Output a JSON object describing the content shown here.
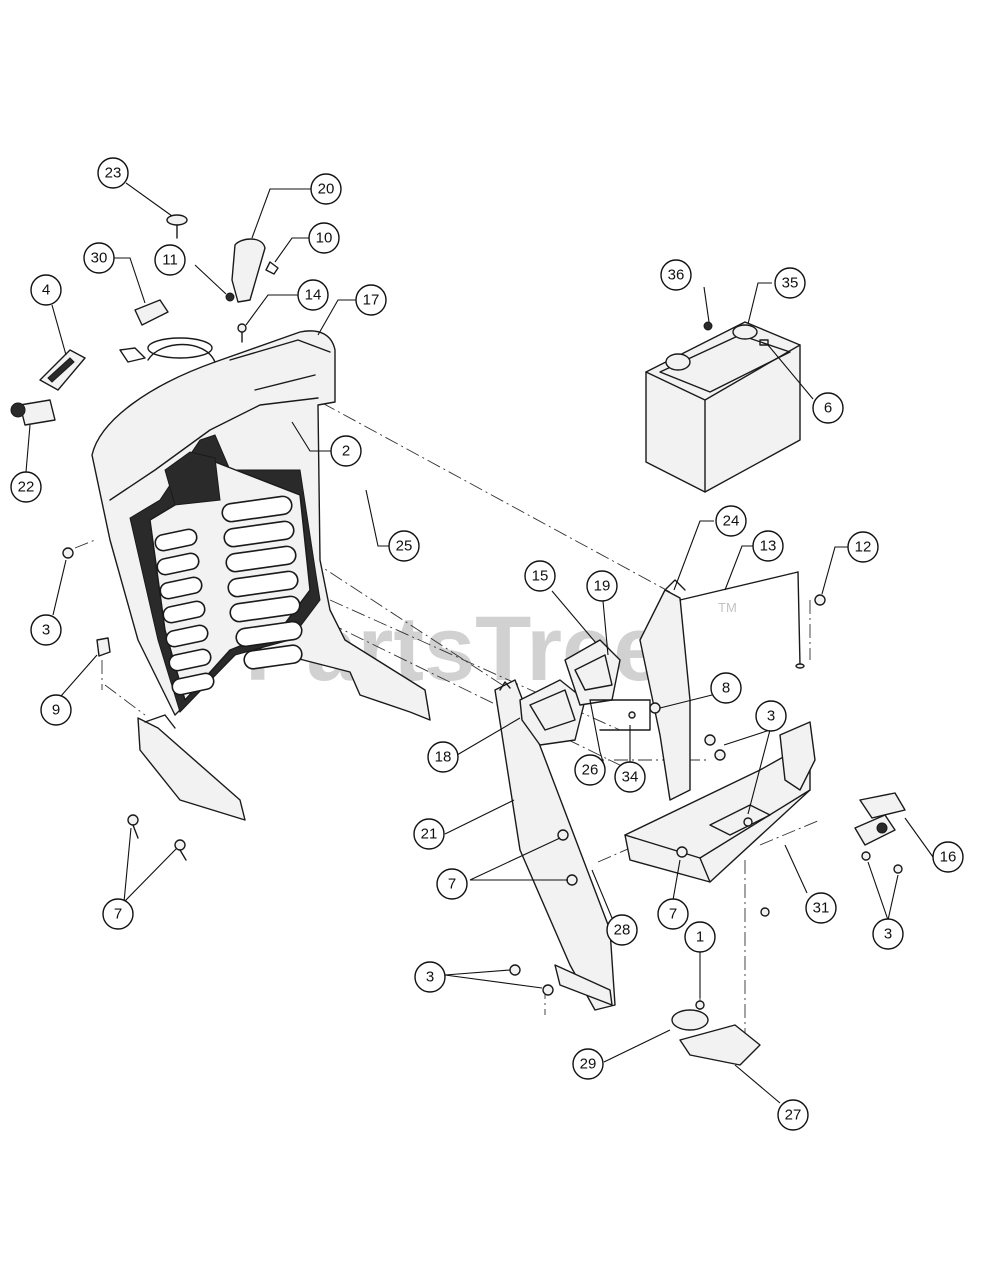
{
  "watermark": {
    "text": "PartsTree",
    "mark": "TM"
  },
  "callouts": [
    {
      "id": "c23",
      "label": "23"
    },
    {
      "id": "c20",
      "label": "20"
    },
    {
      "id": "c10",
      "label": "10"
    },
    {
      "id": "c11",
      "label": "11"
    },
    {
      "id": "c30",
      "label": "30"
    },
    {
      "id": "c14",
      "label": "14"
    },
    {
      "id": "c17",
      "label": "17"
    },
    {
      "id": "c4",
      "label": "4"
    },
    {
      "id": "c22",
      "label": "22"
    },
    {
      "id": "c2",
      "label": "2"
    },
    {
      "id": "c25",
      "label": "25"
    },
    {
      "id": "c3a",
      "label": "3"
    },
    {
      "id": "c9",
      "label": "9"
    },
    {
      "id": "c7a",
      "label": "7"
    },
    {
      "id": "c36",
      "label": "36"
    },
    {
      "id": "c35",
      "label": "35"
    },
    {
      "id": "c6",
      "label": "6"
    },
    {
      "id": "c24",
      "label": "24"
    },
    {
      "id": "c13",
      "label": "13"
    },
    {
      "id": "c12",
      "label": "12"
    },
    {
      "id": "c15",
      "label": "15"
    },
    {
      "id": "c19",
      "label": "19"
    },
    {
      "id": "c8",
      "label": "8"
    },
    {
      "id": "c18",
      "label": "18"
    },
    {
      "id": "c26",
      "label": "26"
    },
    {
      "id": "c34",
      "label": "34"
    },
    {
      "id": "c3b",
      "label": "3"
    },
    {
      "id": "c16",
      "label": "16"
    },
    {
      "id": "c21",
      "label": "21"
    },
    {
      "id": "c7b",
      "label": "7"
    },
    {
      "id": "c28",
      "label": "28"
    },
    {
      "id": "c7c",
      "label": "7"
    },
    {
      "id": "c31",
      "label": "31"
    },
    {
      "id": "c3c",
      "label": "3"
    },
    {
      "id": "c3d",
      "label": "3"
    },
    {
      "id": "c1",
      "label": "1"
    },
    {
      "id": "c29",
      "label": "29"
    },
    {
      "id": "c27",
      "label": "27"
    }
  ]
}
